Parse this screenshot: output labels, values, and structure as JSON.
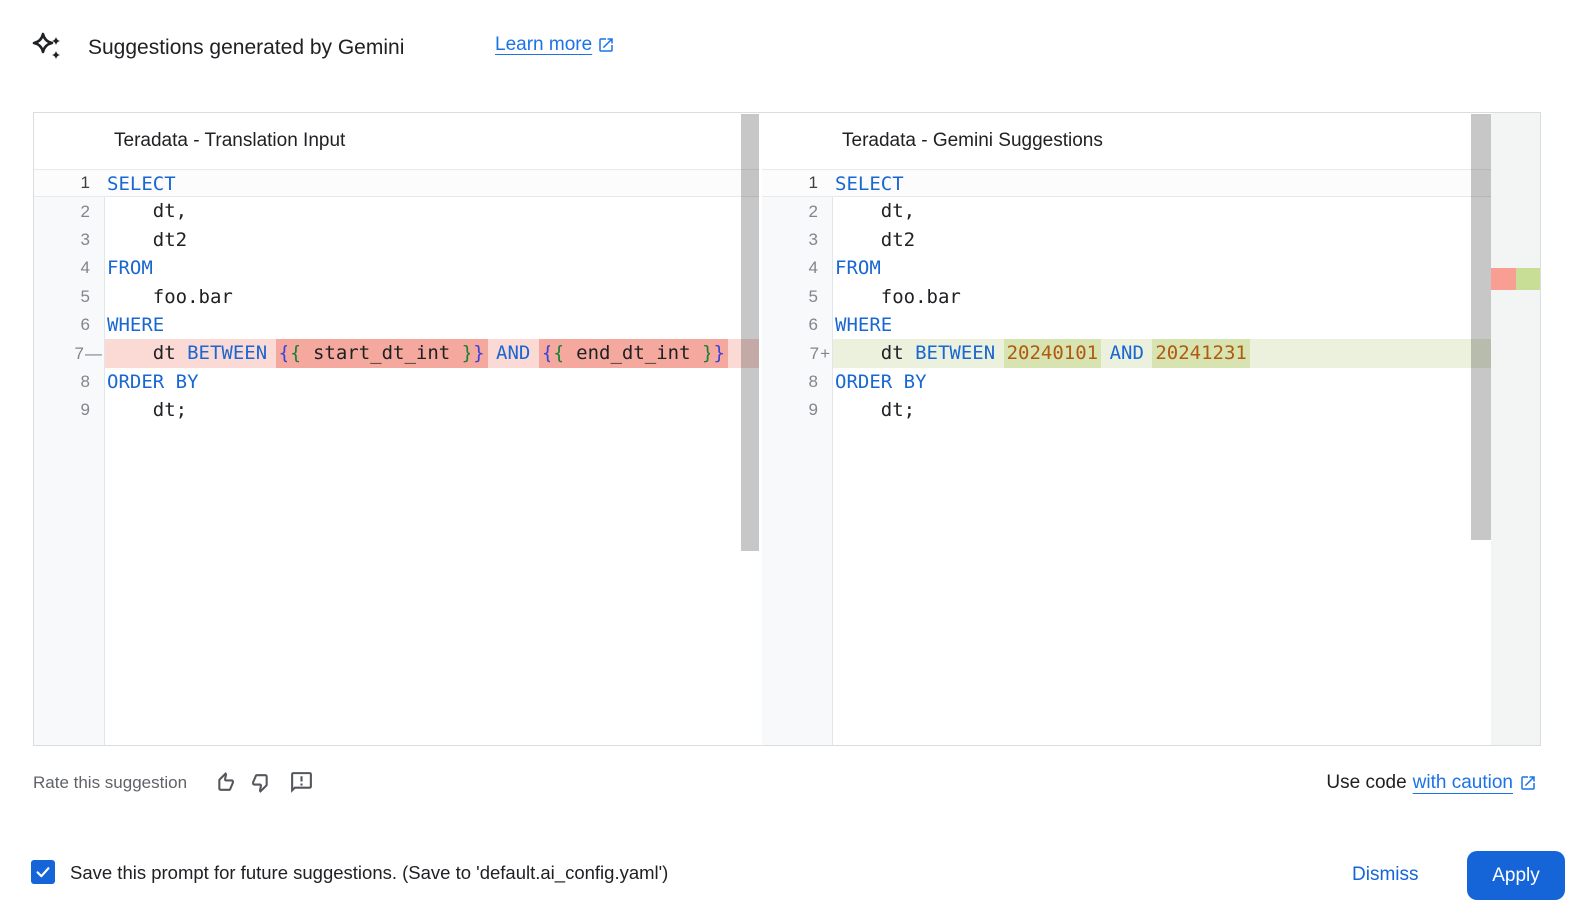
{
  "header": {
    "title": "Suggestions generated by Gemini",
    "learn_more_label": "Learn more"
  },
  "colors": {
    "link": "#1a73e8",
    "button": "#1565d9",
    "keyword": "#1967d2",
    "number": "#b05a0e",
    "bracket_outer": "#3c43d8",
    "bracket_inner": "#188038",
    "removed_line": "#fbdad5",
    "removed_inline": "#f5a89e",
    "added_line": "#ecf1dd",
    "added_inline": "#d8e3b2",
    "removed_marker": "#f89e92",
    "added_marker": "#c8de97"
  },
  "panels": [
    {
      "title": "Teradata - Translation Input",
      "lines": [
        {
          "num": "1",
          "active": true,
          "segs": [
            {
              "t": "kw",
              "s": "SELECT"
            }
          ]
        },
        {
          "num": "2",
          "segs": [
            {
              "t": "pl",
              "s": "    dt,"
            }
          ]
        },
        {
          "num": "3",
          "segs": [
            {
              "t": "pl",
              "s": "    dt2"
            }
          ]
        },
        {
          "num": "4",
          "segs": [
            {
              "t": "kw",
              "s": "FROM"
            }
          ]
        },
        {
          "num": "5",
          "segs": [
            {
              "t": "pl",
              "s": "    foo.bar"
            }
          ]
        },
        {
          "num": "6",
          "segs": [
            {
              "t": "kw",
              "s": "WHERE"
            }
          ]
        },
        {
          "num": "7",
          "suffix": "—",
          "diff": "removed",
          "segs": [
            {
              "t": "pl",
              "s": "    dt "
            },
            {
              "t": "kw",
              "s": "BETWEEN"
            },
            {
              "t": "pl",
              "s": " "
            },
            {
              "t": "bo",
              "s": "{",
              "hl": true
            },
            {
              "t": "bi",
              "s": "{",
              "hl": true
            },
            {
              "t": "pl",
              "s": " start_dt_int ",
              "hl": true
            },
            {
              "t": "bi",
              "s": "}",
              "hl": true
            },
            {
              "t": "bo",
              "s": "}",
              "hl": true
            },
            {
              "t": "pl",
              "s": " "
            },
            {
              "t": "kw",
              "s": "AND"
            },
            {
              "t": "pl",
              "s": " "
            },
            {
              "t": "bo",
              "s": "{",
              "hl": true
            },
            {
              "t": "bi",
              "s": "{",
              "hl": true
            },
            {
              "t": "pl",
              "s": " end_dt_int ",
              "hl": true
            },
            {
              "t": "bi",
              "s": "}",
              "hl": true
            },
            {
              "t": "bo",
              "s": "}",
              "hl": true
            }
          ]
        },
        {
          "num": "8",
          "segs": [
            {
              "t": "kw",
              "s": "ORDER BY"
            }
          ]
        },
        {
          "num": "9",
          "segs": [
            {
              "t": "pl",
              "s": "    dt;"
            }
          ]
        }
      ]
    },
    {
      "title": "Teradata - Gemini Suggestions",
      "lines": [
        {
          "num": "1",
          "active": true,
          "segs": [
            {
              "t": "kw",
              "s": "SELECT"
            }
          ]
        },
        {
          "num": "2",
          "segs": [
            {
              "t": "pl",
              "s": "    dt,"
            }
          ]
        },
        {
          "num": "3",
          "segs": [
            {
              "t": "pl",
              "s": "    dt2"
            }
          ]
        },
        {
          "num": "4",
          "segs": [
            {
              "t": "kw",
              "s": "FROM"
            }
          ]
        },
        {
          "num": "5",
          "segs": [
            {
              "t": "pl",
              "s": "    foo.bar"
            }
          ]
        },
        {
          "num": "6",
          "segs": [
            {
              "t": "kw",
              "s": "WHERE"
            }
          ]
        },
        {
          "num": "7",
          "suffix": "+",
          "diff": "added",
          "segs": [
            {
              "t": "pl",
              "s": "    dt "
            },
            {
              "t": "kw",
              "s": "BETWEEN"
            },
            {
              "t": "pl",
              "s": " "
            },
            {
              "t": "num",
              "s": "20240101",
              "hl": true
            },
            {
              "t": "pl",
              "s": " "
            },
            {
              "t": "kw",
              "s": "AND"
            },
            {
              "t": "pl",
              "s": " "
            },
            {
              "t": "num",
              "s": "20241231",
              "hl": true
            }
          ]
        },
        {
          "num": "8",
          "segs": [
            {
              "t": "kw",
              "s": "ORDER BY"
            }
          ]
        },
        {
          "num": "9",
          "segs": [
            {
              "t": "pl",
              "s": "    dt;"
            }
          ]
        }
      ],
      "has_overview_ruler": true
    }
  ],
  "footer": {
    "rate_label": "Rate this suggestion",
    "icons": [
      "thumb-up-icon",
      "thumb-down-icon",
      "feedback-icon"
    ],
    "use_code_prefix": "Use code",
    "use_code_link": "with caution"
  },
  "bottom_bar": {
    "checkbox_checked": true,
    "save_label": "Save this prompt for future suggestions. (Save to 'default.ai_config.yaml')",
    "dismiss_label": "Dismiss",
    "apply_label": "Apply"
  }
}
